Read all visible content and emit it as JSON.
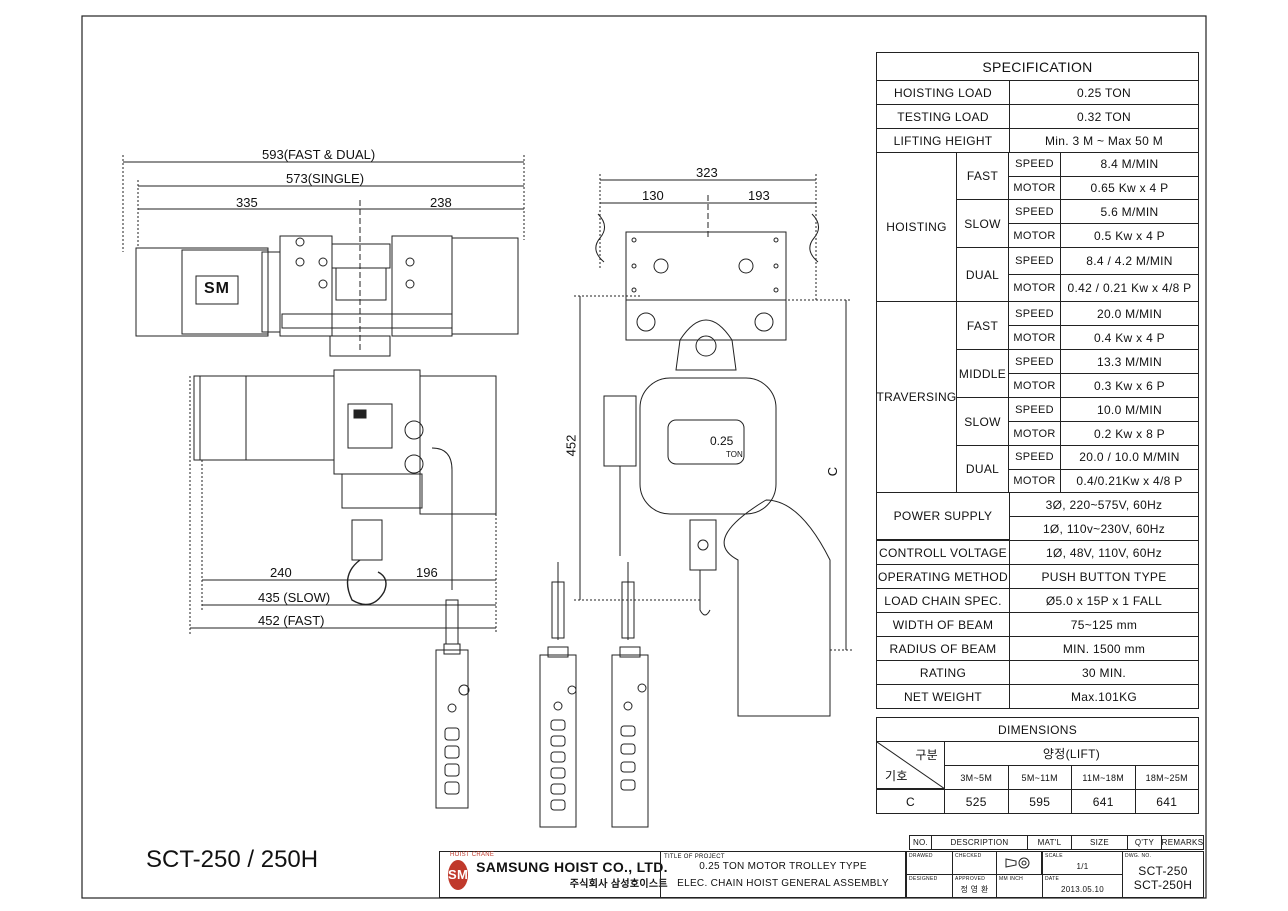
{
  "drawing": {
    "model_title": "SCT-250 / 250H",
    "dims_side": {
      "d593": "593(FAST & DUAL)",
      "d573": "573(SINGLE)",
      "d335": "335",
      "d238": "238",
      "d240": "240",
      "d196": "196",
      "d435": "435 (SLOW)",
      "d452": "452 (FAST)"
    },
    "dims_front": {
      "d323": "323",
      "d130": "130",
      "d193": "193",
      "d452v": "452",
      "c": "C"
    },
    "hoist_plate": {
      "capacity": "0.25",
      "unit": "TON"
    },
    "logo_text": "SM"
  },
  "spec": {
    "title": "SPECIFICATION",
    "rows_simple_top": [
      {
        "label": "HOISTING LOAD",
        "value": "0.25  TON"
      },
      {
        "label": "TESTING LOAD",
        "value": "0.32  TON"
      },
      {
        "label": "LIFTING HEIGHT",
        "value": "Min. 3 M ~ Max 50 M"
      }
    ],
    "hoisting": {
      "label": "HOISTING",
      "groups": [
        {
          "mode": "FAST",
          "speed": "8.4  M/MIN",
          "motor": "0.65 Kw x 4 P"
        },
        {
          "mode": "SLOW",
          "speed": "5.6  M/MIN",
          "motor": "0.5 Kw x 4 P"
        },
        {
          "mode": "DUAL",
          "speed": "8.4 / 4.2  M/MIN",
          "motor": "0.42 / 0.21 Kw x 4/8 P"
        }
      ]
    },
    "traversing": {
      "label": "TRAVERSING",
      "groups": [
        {
          "mode": "FAST",
          "speed": "20.0 M/MIN",
          "motor": "0.4 Kw x 4 P"
        },
        {
          "mode": "MIDDLE",
          "speed": "13.3 M/MIN",
          "motor": "0.3 Kw x 6 P"
        },
        {
          "mode": "SLOW",
          "speed": "10.0 M/MIN",
          "motor": "0.2 Kw x 8 P"
        },
        {
          "mode": "DUAL",
          "speed": "20.0 / 10.0 M/MIN",
          "motor": "0.4/0.21Kw x 4/8 P"
        }
      ]
    },
    "speed_label": "SPEED",
    "motor_label": "MOTOR",
    "power_supply": {
      "label": "POWER SUPPLY",
      "v1": "3Ø, 220~575V, 60Hz",
      "v2": "1Ø, 110v~230V, 60Hz"
    },
    "rows_simple_bottom": [
      {
        "label": "CONTROLL VOLTAGE",
        "value": "1Ø, 48V, 110V, 60Hz"
      },
      {
        "label": "OPERATING METHOD",
        "value": "PUSH BUTTON TYPE"
      },
      {
        "label": "LOAD CHAIN SPEC.",
        "value": "Ø5.0 x 15P x 1 FALL"
      },
      {
        "label": "WIDTH OF BEAM",
        "value": "75~125 mm"
      },
      {
        "label": "RADIUS OF BEAM",
        "value": "MIN. 1500 mm"
      },
      {
        "label": "RATING",
        "value": "30 MIN."
      },
      {
        "label": "NET WEIGHT",
        "value": "Max.101KG"
      }
    ]
  },
  "dimensions": {
    "title": "DIMENSIONS",
    "corner_top": "구분",
    "corner_bottom": "기호",
    "lift_header": "양정(LIFT)",
    "ranges": [
      "3M~5M",
      "5M~11M",
      "11M~18M",
      "18M~25M"
    ],
    "row_label": "C",
    "values": [
      "525",
      "595",
      "641",
      "641"
    ]
  },
  "title_block": {
    "company_en": "SAMSUNG HOIST CO., LTD.",
    "company_kr": "주식회사 삼성호이스트",
    "hoist_crane": "HOIST CRANE",
    "title_of_project_label": "TITLE OF PROJECT",
    "project_line1": "0.25 TON MOTOR TROLLEY TYPE",
    "project_line2": "ELEC. CHAIN HOIST GENERAL ASSEMBLY",
    "header": {
      "no": "NO.",
      "desc": "DESCRIPTION",
      "mat": "MAT'L",
      "size": "SIZE",
      "qty": "Q'TY",
      "remarks": "REMARKS"
    },
    "drawn": "DRAWED",
    "checked": "CHECKED",
    "scale_label": "SCALE",
    "scale": "1/1",
    "dwg_label": "DWG. NO.",
    "dwg1": "SCT-250",
    "dwg2": "SCT-250H",
    "designed": "DESIGNED",
    "approved": "APPROVED",
    "approver": "정 영 환",
    "mm": "MM INCH",
    "date_label": "DATE",
    "date": "2013.05.10"
  }
}
